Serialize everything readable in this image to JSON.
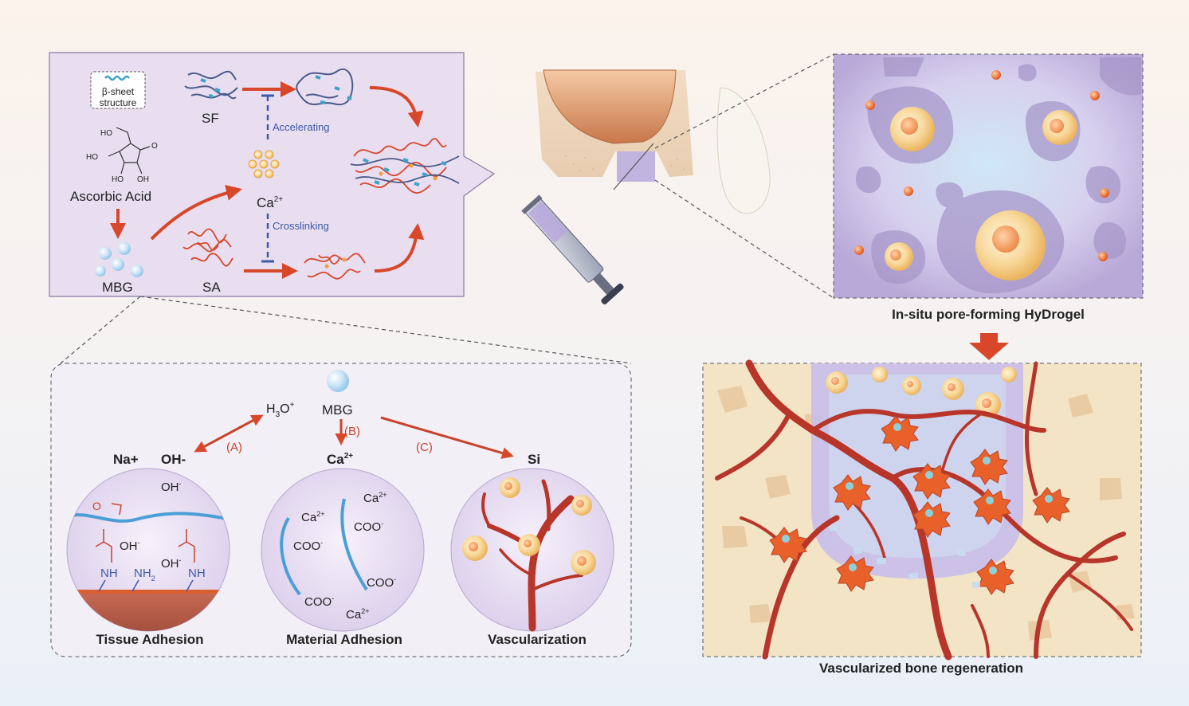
{
  "top_panel": {
    "beta_sheet_label_1": "β-sheet",
    "beta_sheet_label_2": "structure",
    "sf_label": "SF",
    "sa_label": "SA",
    "ascorbic_acid_label": "Ascorbic Acid",
    "mbg_label": "MBG",
    "ca_label": "Ca",
    "ca_charge": "2+",
    "accelerating_label": "Accelerating",
    "crosslinking_label": "Crosslinking",
    "ho_label_1": "HO",
    "ho_label_2": "HO",
    "ho_label_3": "HO",
    "oh_label": "OH",
    "o_label": "O"
  },
  "hydrogel_panel": {
    "caption": "In-situ pore-forming HyDrogel"
  },
  "bone_panel": {
    "caption": "Vascularized bone  regeneration"
  },
  "mechanism_panel": {
    "mbg_label": "MBG",
    "h3o_prefix": "H",
    "h3o_sub": "3",
    "h3o_mid": "O",
    "h3o_sup": "+",
    "label_a": "(A)",
    "label_b": "(B)",
    "label_c": "(C)",
    "na_label": "Na+",
    "oh_label": "OH-",
    "ca_label": "Ca",
    "ca_sup": "2+",
    "si_label": "Si",
    "circle1": {
      "caption": "Tissue Adhesion",
      "oh_top": "OH",
      "oh_mid": "OH",
      "oh_low": "OH",
      "minus": "-",
      "nh_left": "NH",
      "nh2": "NH",
      "nh2_sub": "2",
      "nh_right": "NH",
      "o_label": "O"
    },
    "circle2": {
      "caption": "Material Adhesion",
      "ca": "Ca",
      "sup": "2+",
      "coo": "COO",
      "minus": "-"
    },
    "circle3": {
      "caption": "Vascularization"
    }
  },
  "colors": {
    "accent_red": "#d9472b",
    "panel_purple": "#e6dcef",
    "text_blue": "#3d5aa8",
    "vessel_red": "#b8352a"
  }
}
